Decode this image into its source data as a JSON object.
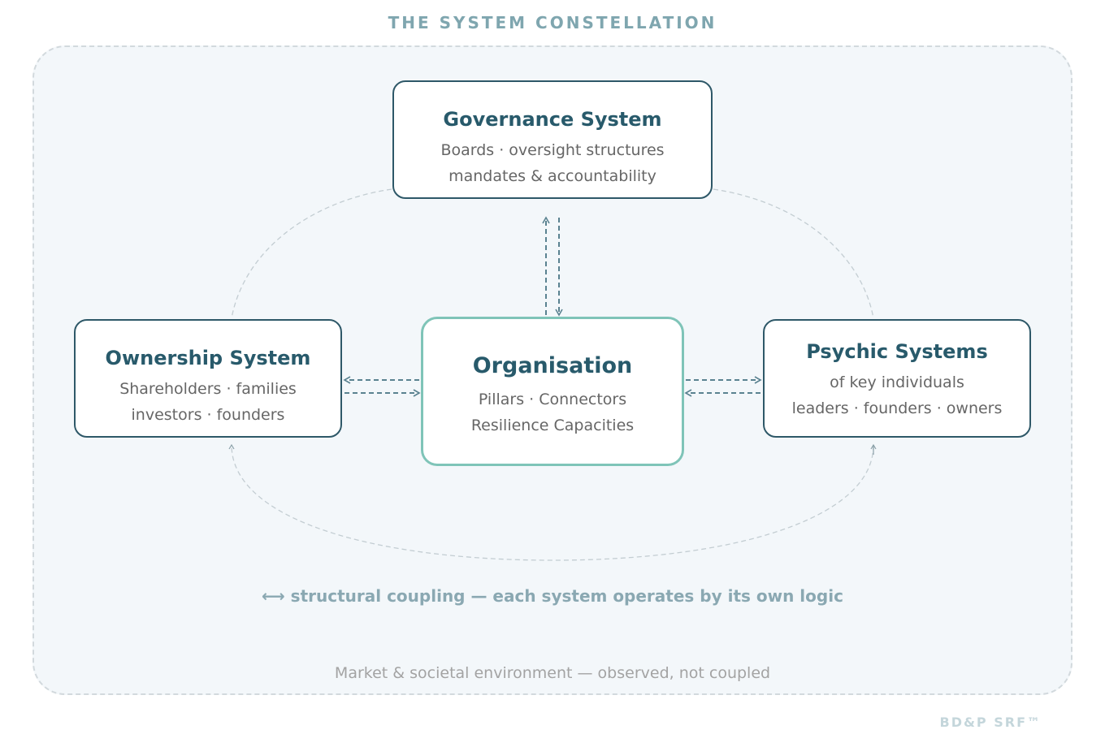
{
  "title": "THE SYSTEM CONSTELLATION",
  "systems": {
    "governance": {
      "name": "Governance System",
      "line1": "Boards · oversight structures",
      "line2": "mandates & accountability"
    },
    "ownership": {
      "name": "Ownership System",
      "line1": "Shareholders · families",
      "line2": "investors · founders"
    },
    "organisation": {
      "name": "Organisation",
      "line1": "Pillars · Connectors",
      "line2": "Resilience Capacities"
    },
    "psychic": {
      "name": "Psychic Systems",
      "line1": "of key individuals",
      "line2": "leaders · founders · owners"
    }
  },
  "coupling_note": "⟷ structural coupling — each system operates by its own logic",
  "environment_caption": "Market & societal environment — observed, not coupled",
  "brand": "BD&P SRF™",
  "colors": {
    "box_border": "#2e5868",
    "title_text": "#285a6b",
    "organisation_border": "#7fc4b8",
    "environment_fill": "#f3f7fa",
    "arrow": "#5a8290"
  }
}
